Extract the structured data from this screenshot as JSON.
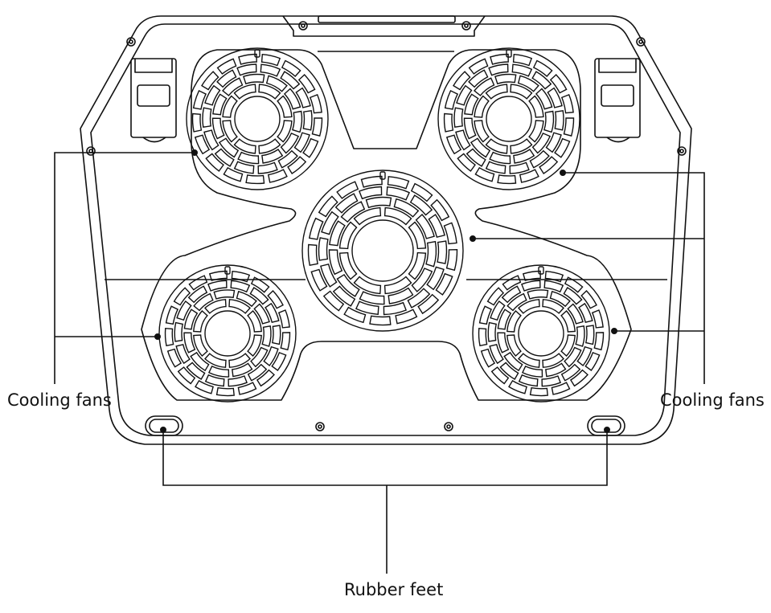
{
  "labels": {
    "left_fans": "Cooling fans",
    "right_fans": "Cooling fans",
    "feet": "Rubber feet"
  },
  "colors": {
    "stroke": "#111111",
    "background": "#ffffff"
  },
  "parts": {
    "fans": [
      "fan-top-left",
      "fan-top-right",
      "fan-center",
      "fan-bottom-left",
      "fan-bottom-right"
    ],
    "feet": [
      "foot-left",
      "foot-right"
    ]
  }
}
